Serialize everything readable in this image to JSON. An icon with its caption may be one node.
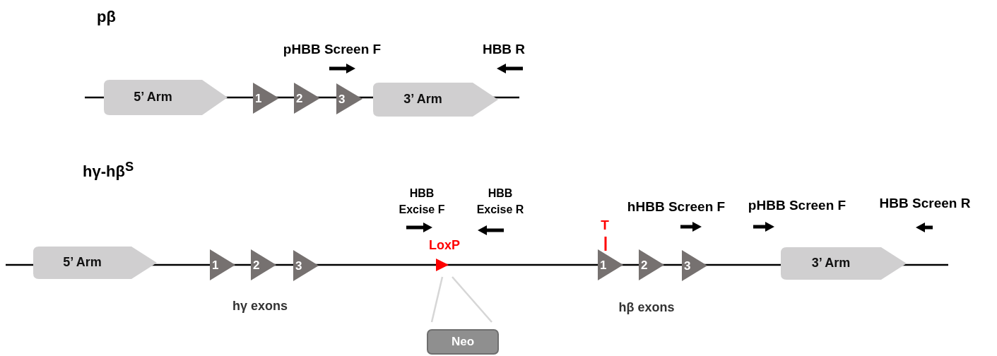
{
  "diagram": {
    "nodes": [
      {
        "text": [
          "5’ Arm"
        ]
      },
      {
        "text": [
          "1"
        ]
      },
      {
        "text": [
          "2"
        ]
      },
      {
        "text": [
          "3"
        ]
      },
      {
        "text": [
          "3’ Arm"
        ]
      },
      {
        "text": [
          "5’ Arm"
        ]
      },
      {
        "text": [
          "1"
        ]
      },
      {
        "text": [
          "2"
        ]
      },
      {
        "text": [
          "3"
        ]
      },
      {
        "text": [],
        "shape": "triangle",
        "beside": [
          "LoxP"
        ]
      },
      {
        "text": [
          "Neo"
        ]
      },
      {
        "text": [
          "1"
        ]
      },
      {
        "text": [
          "2"
        ]
      },
      {
        "text": [
          "3"
        ]
      },
      {
        "text": [
          "3’ Arm"
        ]
      }
    ],
    "edges": [
      {
        "from": 9,
        "to": 10,
        "arrow": "none"
      }
    ],
    "labels": [
      "pβ",
      "pHBB Screen F",
      "HBB R",
      "hγ-hβ$^{S}$",
      "HBB Excise F",
      "HBB Excise R",
      "T",
      "hHBB Screen F",
      "pHBB Screen F",
      "HBB Screen R",
      "hγ exons",
      "hβ exons"
    ]
  }
}
